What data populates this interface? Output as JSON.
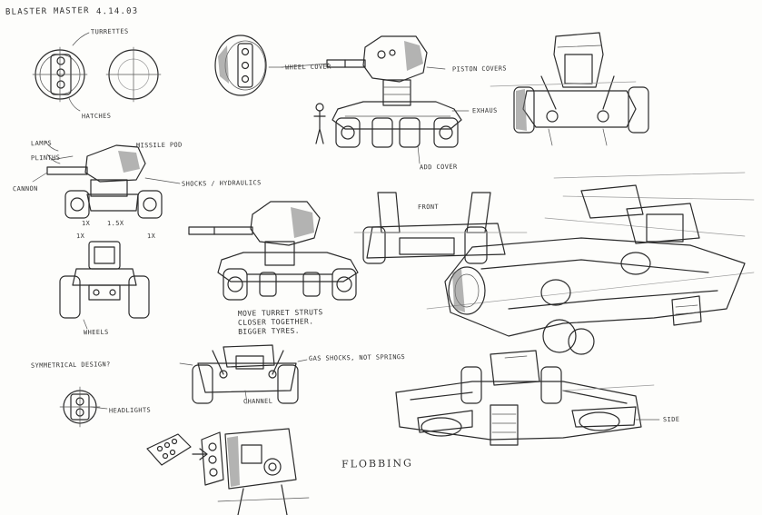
{
  "sheet": {
    "title": "BLASTER MASTER",
    "date": "4.14.03",
    "signature": "FLOBBING"
  },
  "annotations": {
    "turrets": "TURRETTES",
    "hatches": "HATCHES",
    "wheel_cover": "WHEEL COVER",
    "piston_covers": "PISTON COVERS",
    "exhaust": "EXHAUS",
    "add_cover": "ADD COVER",
    "lamps": "LAMPS",
    "plinths": "PLINTHS",
    "cannon": "CANNON",
    "missile_pod": "MISSILE POD",
    "shocks_hydraulics": "SHOCKS / HYDRAULICS",
    "scale_1x_left": "1X",
    "scale_15x": "1.5X",
    "scale_1x_right": "1X",
    "scale_1x_front": "1X",
    "wheels": "WHEELS",
    "revision_notes": [
      "MOVE TURRET STRUTS",
      "CLOSER TOGETHER.",
      "BIGGER TYRES."
    ],
    "symmetrical_design": "SYMMETRICAL DESIGN?",
    "gas_shocks": "GAS SHOCKS, NOT SPRINGS",
    "channel": "CHANNEL",
    "headlights": "HEADLIGHTS",
    "front": "FRONT",
    "side": "SIDE"
  }
}
